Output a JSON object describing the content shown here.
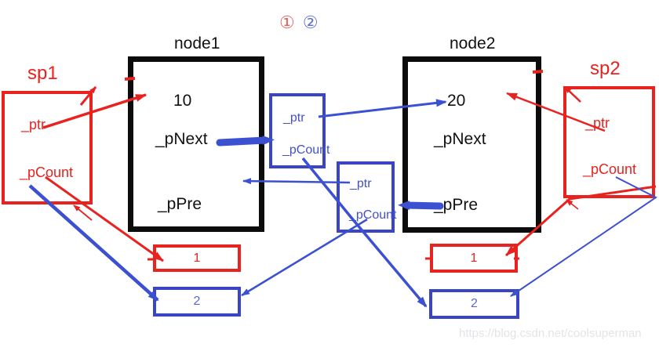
{
  "legend": {
    "step1": "①",
    "step2": "②"
  },
  "nodes": {
    "node1": {
      "title": "node1",
      "value": "10",
      "next": "_pNext",
      "pre": "_pPre"
    },
    "node2": {
      "title": "node2",
      "value": "20",
      "next": "_pNext",
      "pre": "_pPre"
    }
  },
  "sp": {
    "sp1": {
      "title": "sp1",
      "ptr": "_ptr",
      "count": "_pCount"
    },
    "sp2": {
      "title": "sp2",
      "ptr": "_ptr",
      "count": "_pCount"
    }
  },
  "inner": {
    "next_of_node1": {
      "ptr": "_ptr",
      "count": "_pCount"
    },
    "pre_of_node2": {
      "ptr": "_ptr",
      "count": "_pCount"
    }
  },
  "counts": {
    "node1_old": "1",
    "node1_new": "2",
    "node2_old": "1",
    "node2_new": "2"
  },
  "watermark": "https://blog.csdn.net/coolsuperman",
  "colors": {
    "red": "#e8231f",
    "blue_box": "#3a45c5",
    "blue_arrow": "#3c50d2",
    "legend_red": "#e2625e",
    "legend_blue": "#5f6fd0",
    "node_border": "#0c0c0c",
    "watermark_gray": "#e4e4e8"
  }
}
